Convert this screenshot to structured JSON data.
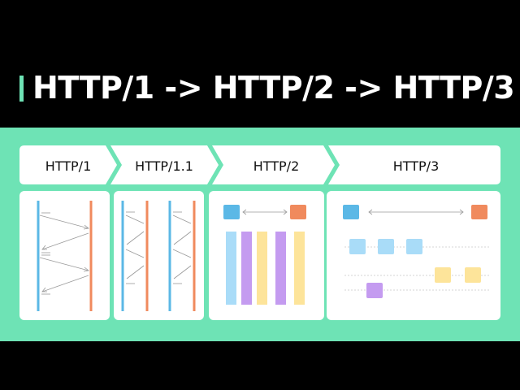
{
  "title": "HTTP/1 -> HTTP/2 -> HTTP/3",
  "tabs": [
    "HTTP/1",
    "HTTP/1.1",
    "HTTP/2",
    "HTTP/3"
  ],
  "colors": {
    "background": "#000000",
    "accent": "#6ee3b5",
    "client": "#5bb8e6",
    "server": "#f08a5d",
    "stream_blue": "#a9dcf8",
    "stream_purple": "#c49bf0",
    "stream_yellow": "#fde49a"
  }
}
